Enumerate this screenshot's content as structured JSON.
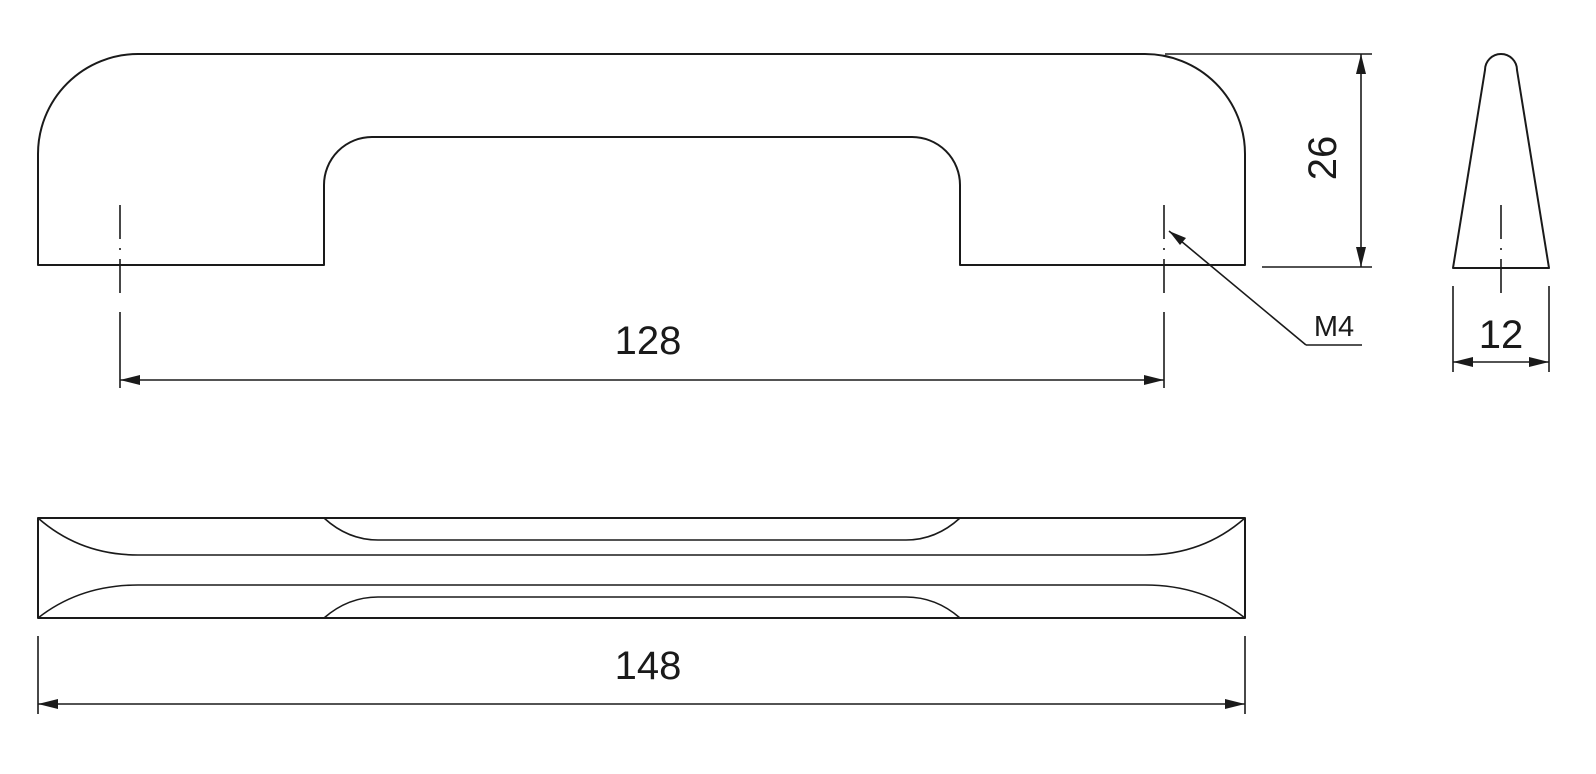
{
  "drawing": {
    "dimensions": {
      "hole_spacing": "128",
      "height": "26",
      "depth": "12",
      "overall_length": "148"
    },
    "thread_callout": "M4",
    "colors": {
      "line": "#1a1a1a",
      "background": "#ffffff"
    }
  }
}
